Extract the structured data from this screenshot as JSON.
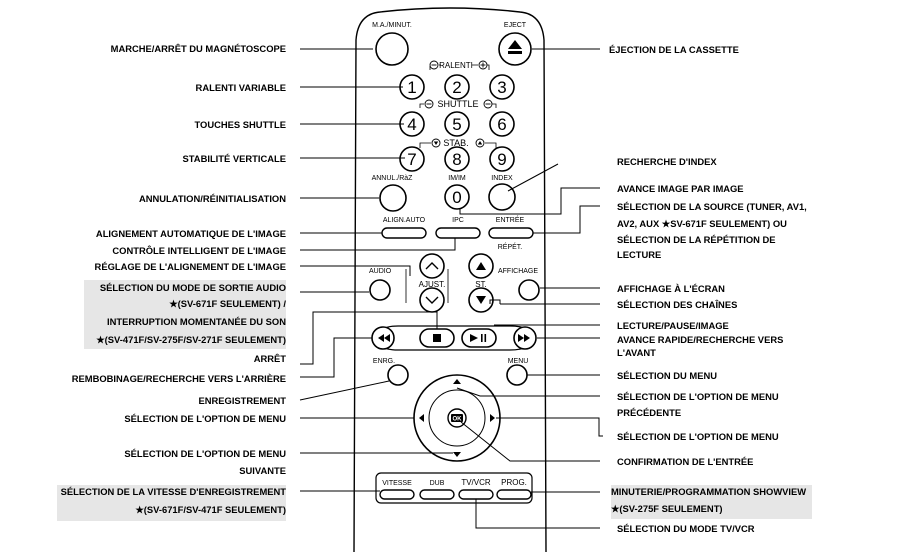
{
  "remote": {
    "labels": {
      "power": "M.A./MINUT.",
      "eject": "EJECT",
      "ralenti": "RALENTI",
      "shuttle": "SHUTTLE",
      "stab": "STAB.",
      "annul": "ANNUL./RàZ",
      "imim": "IM/IM",
      "index": "INDEX",
      "align_auto": "ALIGN.AUTO",
      "ipc": "IPC",
      "entree": "ENTRÉE",
      "repet": "RÉPÉT.",
      "audio": "AUDIO",
      "ajust": "AJUST.",
      "st": "ST.",
      "affichage": "AFFICHAGE",
      "enrg": "ENRG.",
      "menu": "MENU",
      "ok": "OK",
      "vitesse": "VITESSE",
      "dub": "DUB",
      "tvvcr": "TV/VCR",
      "prog": "PROG."
    },
    "digits": [
      "1",
      "2",
      "3",
      "4",
      "5",
      "6",
      "7",
      "8",
      "9",
      "0"
    ]
  },
  "callouts": {
    "left": [
      "MARCHE/ARRÊT DU MAGNÉTOSCOPE",
      "RALENTI VARIABLE",
      "TOUCHES SHUTTLE",
      "STABILITÉ VERTICALE",
      "ANNULATION/RÉINITIALISATION",
      "ALIGNEMENT AUTOMATIQUE DE L'IMAGE",
      "CONTRÔLE INTELLIGENT DE L'IMAGE",
      "RÉGLAGE DE L'ALIGNEMENT DE L'IMAGE",
      "SÉLECTION DU MODE DE SORTIE AUDIO",
      "★(SV-671F SEULEMENT) /",
      "INTERRUPTION MOMENTANÉE DU SON",
      "★(SV-471F/SV-275F/SV-271F SEULEMENT)",
      "ARRÊT",
      "REMBOBINAGE/RECHERCHE VERS L'ARRIÈRE",
      "ENREGISTREMENT",
      "SÉLECTION DE L'OPTION DE MENU",
      "SÉLECTION DE L'OPTION DE MENU",
      "SUIVANTE",
      "SÉLECTION DE LA VITESSE D'ENREGISTREMENT",
      "★(SV-671F/SV-471F SEULEMENT)"
    ],
    "right": [
      "ÉJECTION DE LA CASSETTE",
      "RECHERCHE D'INDEX",
      "AVANCE IMAGE PAR IMAGE",
      "SÉLECTION DE LA SOURCE (TUNER, AV1,",
      "AV2, AUX ★SV-671F SEULEMENT) OU",
      "SÉLECTION DE LA RÉPÉTITION DE",
      "LECTURE",
      "AFFICHAGE À L'ÉCRAN",
      "SÉLECTION DES CHAÎNES",
      "LECTURE/PAUSE/IMAGE",
      "AVANCE RAPIDE/RECHERCHE VERS",
      "L'AVANT",
      "SÉLECTION DU MENU",
      "SÉLECTION DE L'OPTION DE MENU",
      "PRÉCÉDENTE",
      "SÉLECTION DE L'OPTION DE MENU",
      "CONFIRMATION DE L'ENTRÉE",
      "MINUTERIE/PROGRAMMATION SHOWVIEW",
      "★(SV-275F SEULEMENT)",
      "SÉLECTION DU MODE TV/VCR"
    ]
  }
}
